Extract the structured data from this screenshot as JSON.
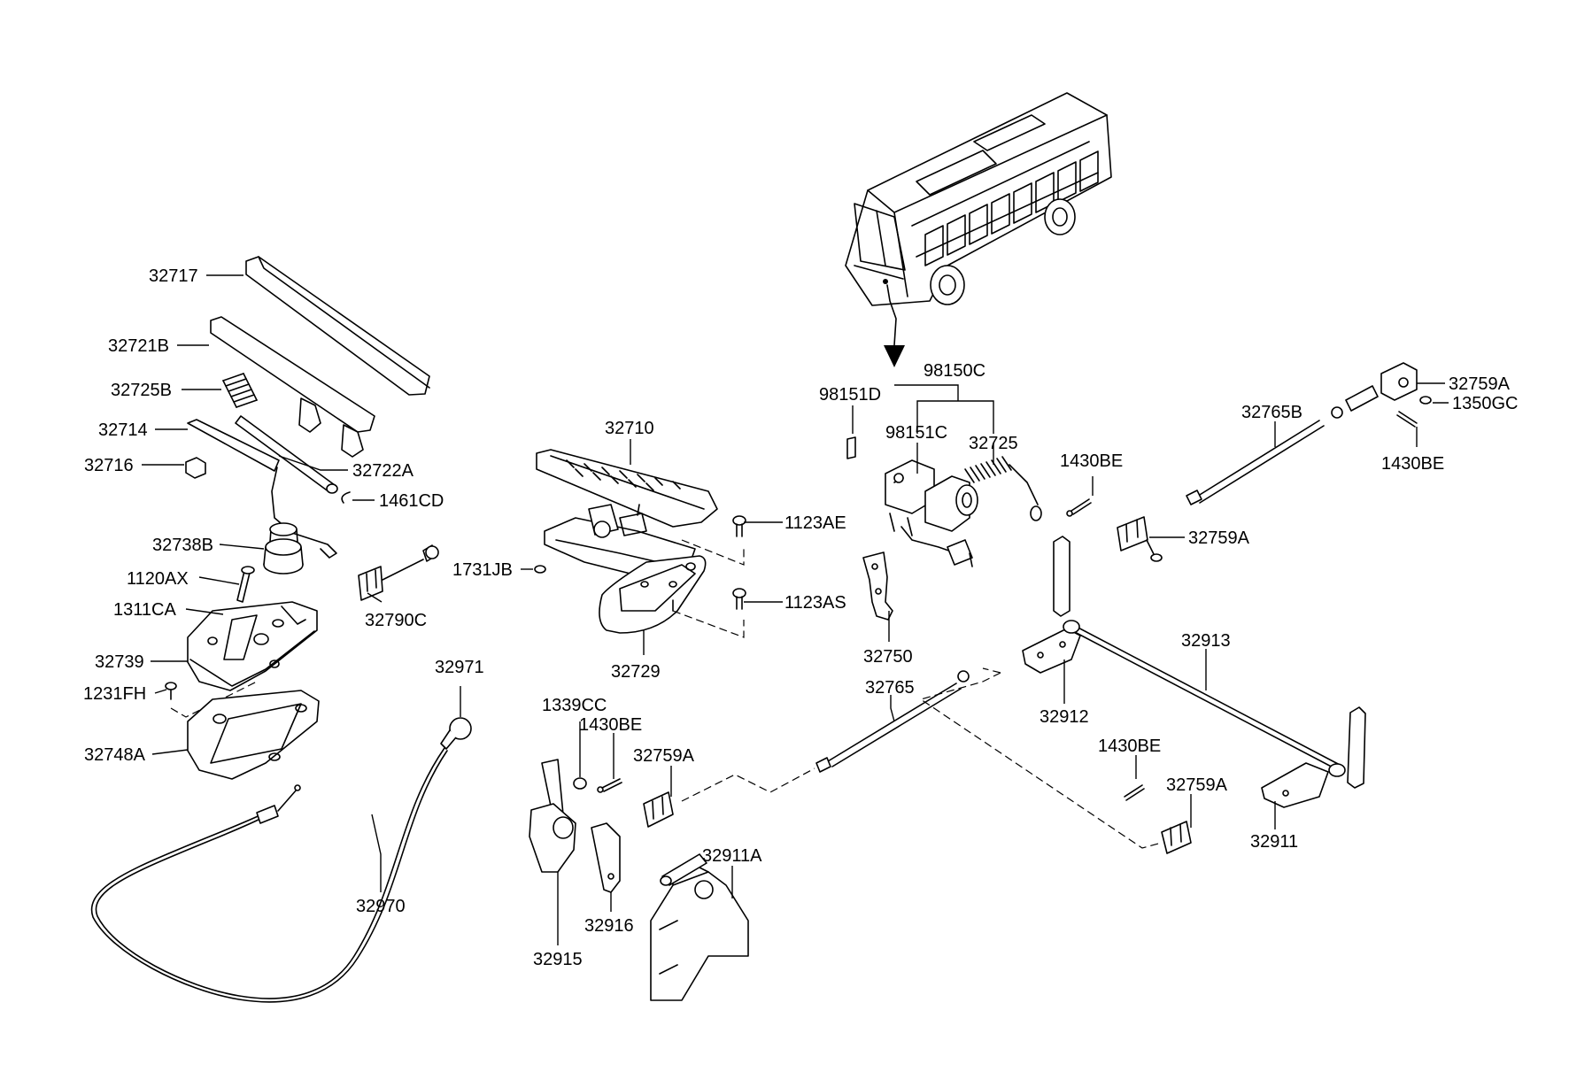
{
  "diagram": {
    "vehicle_icon": "bus-icon",
    "labels": {
      "p32717": "32717",
      "p32721B": "32721B",
      "p32725B": "32725B",
      "p32714": "32714",
      "p32716": "32716",
      "p32722A": "32722A",
      "p1461CD": "1461CD",
      "p32738B": "32738B",
      "p1120AX": "1120AX",
      "p1311CA": "1311CA",
      "p32739": "32739",
      "p1231FH": "1231FH",
      "p32748A": "32748A",
      "p32790C": "32790C",
      "p32971": "32971",
      "p32970": "32970",
      "p32710": "32710",
      "p1123AE": "1123AE",
      "p1731JB": "1731JB",
      "p1123AS": "1123AS",
      "p32729": "32729",
      "p98150C": "98150C",
      "p98151D": "98151D",
      "p98151C": "98151C",
      "p32725": "32725",
      "p1430BE_a": "1430BE",
      "p32750": "32750",
      "p32765": "32765",
      "p32765B": "32765B",
      "p32759A_a": "32759A",
      "p1350GC": "1350GC",
      "p1430BE_b": "1430BE",
      "p32759A_b": "32759A",
      "p32913": "32913",
      "p32912": "32912",
      "p1430BE_c": "1430BE",
      "p32759A_c": "32759A",
      "p32911": "32911",
      "p1339CC": "1339CC",
      "p1430BE_d": "1430BE",
      "p32759A_d": "32759A",
      "p32915": "32915",
      "p32916": "32916",
      "p32911A": "32911A"
    }
  }
}
